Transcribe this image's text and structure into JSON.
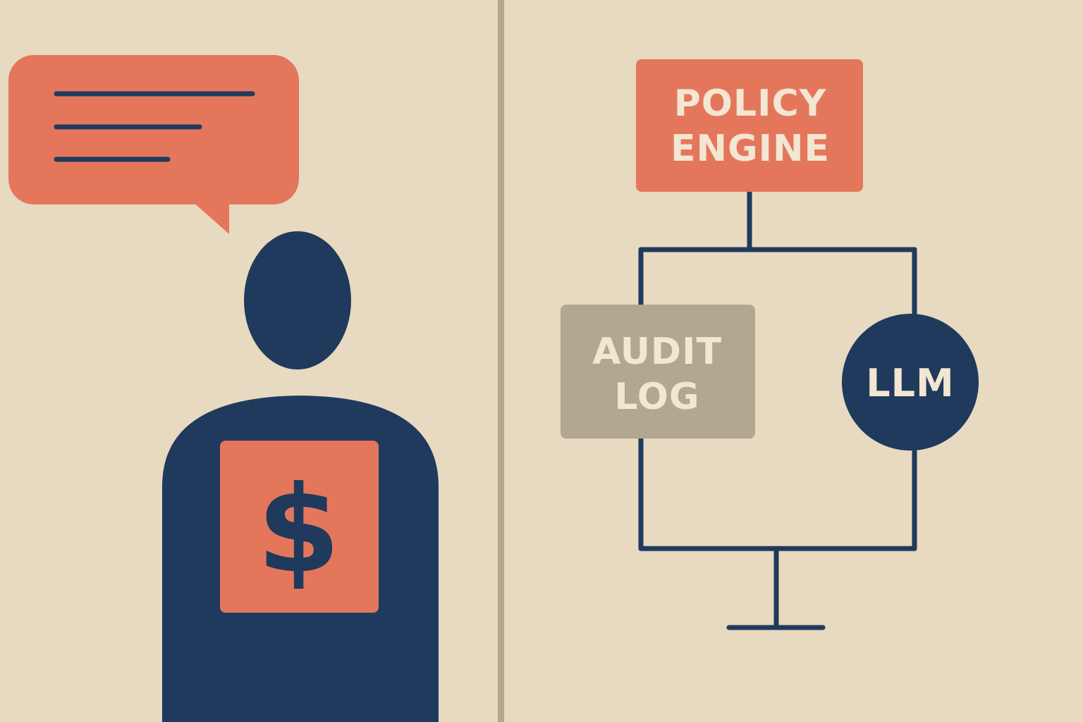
{
  "colors": {
    "background": "#E8D9C1",
    "divider": "#B5A58E",
    "coral": "#E4775B",
    "navy": "#1F3A5C",
    "taupe": "#B2A78F",
    "label_light": "#F3E6D3"
  },
  "left_panel": {
    "speech_bubble_icon": "speech-bubble-icon",
    "person_icon": "person-icon",
    "badge_symbol": "$"
  },
  "right_panel": {
    "policy_engine": {
      "line1": "POLICY",
      "line2": "ENGINE"
    },
    "audit_log": {
      "line1": "AUDIT",
      "line2": "LOG"
    },
    "llm": {
      "label": "LLM"
    }
  }
}
